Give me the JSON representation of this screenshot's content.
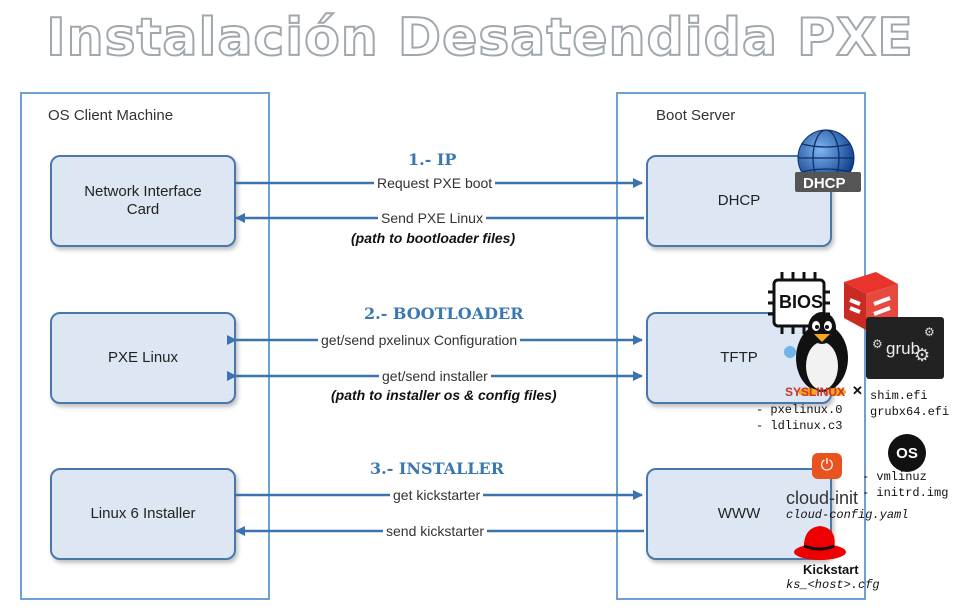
{
  "title": "Instalación Desatendida PXE",
  "client": {
    "title": "OS Client Machine",
    "nodes": [
      "Network Interface\nCard",
      "PXE Linux",
      "Linux 6 Installer"
    ]
  },
  "server": {
    "title": "Boot Server",
    "nodes": [
      "DHCP",
      "TFTP",
      "WWW"
    ]
  },
  "stages": [
    {
      "label": "1.- IP",
      "edges": [
        "Request PXE boot",
        "Send PXE Linux"
      ],
      "note": "(path to bootloader files)"
    },
    {
      "label": "2.- BOOTLOADER",
      "edges": [
        "get/send pxelinux Configuration",
        "get/send installer"
      ],
      "note": "(path to installer os & config files)"
    },
    {
      "label": "3.- INSTALLER",
      "edges": [
        "get kickstarter",
        "send kickstarter"
      ]
    }
  ],
  "logos": {
    "dhcp": "DHCP",
    "bios": "BIOS",
    "syslinux": "SYSLINUX",
    "grub": "grub",
    "os": "OS",
    "cloudinit": "cloud-init",
    "kickstart": "Kickstart"
  },
  "files": {
    "syslinux": [
      "- pxelinux.0",
      "- ldlinux.c3"
    ],
    "grub": [
      "shim.efi",
      "grubx64.efi"
    ],
    "os": [
      "- vmlinuz",
      "- initrd.img"
    ],
    "cloudinit": "cloud-config.yaml",
    "kickstart": "ks_<host>.cfg"
  },
  "colors": {
    "node_fill": "#dde7f3",
    "node_border": "#4a78ad",
    "column_border": "#6fa0cf",
    "arrow": "#3a73ad",
    "stage_text": "#3a78b3"
  }
}
